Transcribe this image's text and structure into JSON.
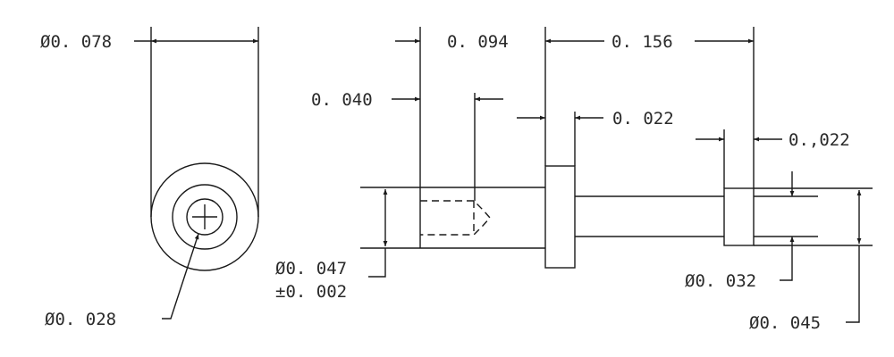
{
  "dimensions": {
    "end_outer_diameter": "Ø0. 078",
    "end_bore_diameter": "Ø0. 028",
    "shank_length": "0. 094",
    "bore_depth": "0. 040",
    "collar_width": "0. 022",
    "stem_length": "0. 156",
    "end_collar_width": "0.,022",
    "shank_diameter": "Ø0. 047",
    "shank_tolerance": "±0. 002",
    "stem_diameter": "Ø0. 032",
    "end_collar_diameter": "Ø0. 045"
  },
  "colors": {
    "ink": "#1a1a1a",
    "paper": "#ffffff"
  }
}
